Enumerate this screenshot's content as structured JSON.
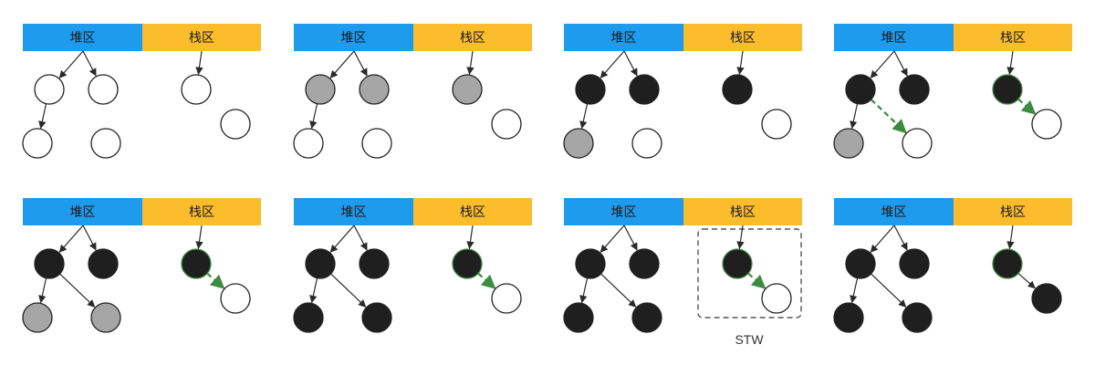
{
  "labels": {
    "heap": "堆区",
    "stack": "栈区",
    "stw": "STW"
  },
  "colors": {
    "heap_bar": "#1f9bee",
    "stack_bar": "#fbbd2c",
    "white": "#ffffff",
    "grey": "#a6a6a6",
    "black": "#1f1f1f",
    "edge": "#2a2a2a",
    "barrier_edge": "#3d8b40"
  },
  "panels": [
    {
      "step": 1,
      "nodes": {
        "h1": "white",
        "h2": "white",
        "h3": "white",
        "h4": "white",
        "s1": "white",
        "s2": "white"
      },
      "s1_to_s2": "none",
      "h1_to_h4": false,
      "s1_green_outline": false,
      "stw_box": false
    },
    {
      "step": 2,
      "nodes": {
        "h1": "grey",
        "h2": "grey",
        "h3": "white",
        "h4": "white",
        "s1": "grey",
        "s2": "white"
      },
      "s1_to_s2": "none",
      "h1_to_h4": false,
      "s1_green_outline": false,
      "stw_box": false
    },
    {
      "step": 3,
      "nodes": {
        "h1": "black",
        "h2": "black",
        "h3": "grey",
        "h4": "white",
        "s1": "black",
        "s2": "white"
      },
      "s1_to_s2": "none",
      "h1_to_h4": false,
      "s1_green_outline": false,
      "stw_box": false
    },
    {
      "step": 4,
      "nodes": {
        "h1": "black",
        "h2": "black",
        "h3": "grey",
        "h4": "white",
        "s1": "black",
        "s2": "white"
      },
      "s1_to_s2": "dashed",
      "h1_to_h4": "dashed",
      "s1_green_outline": true,
      "stw_box": false
    },
    {
      "step": 5,
      "nodes": {
        "h1": "black",
        "h2": "black",
        "h3": "grey",
        "h4": "grey",
        "s1": "black",
        "s2": "white"
      },
      "s1_to_s2": "dashed",
      "h1_to_h4": "solid",
      "s1_green_outline": true,
      "stw_box": false
    },
    {
      "step": 6,
      "nodes": {
        "h1": "black",
        "h2": "black",
        "h3": "black",
        "h4": "black",
        "s1": "black",
        "s2": "white"
      },
      "s1_to_s2": "dashed",
      "h1_to_h4": "solid",
      "s1_green_outline": true,
      "stw_box": false
    },
    {
      "step": 7,
      "nodes": {
        "h1": "black",
        "h2": "black",
        "h3": "black",
        "h4": "black",
        "s1": "black",
        "s2": "white"
      },
      "s1_to_s2": "dashed",
      "h1_to_h4": "solid",
      "s1_green_outline": true,
      "stw_box": true
    },
    {
      "step": 8,
      "nodes": {
        "h1": "black",
        "h2": "black",
        "h3": "black",
        "h4": "black",
        "s1": "black",
        "s2": "black"
      },
      "s1_to_s2": "solid",
      "h1_to_h4": "solid",
      "s1_green_outline": true,
      "stw_box": false
    }
  ]
}
